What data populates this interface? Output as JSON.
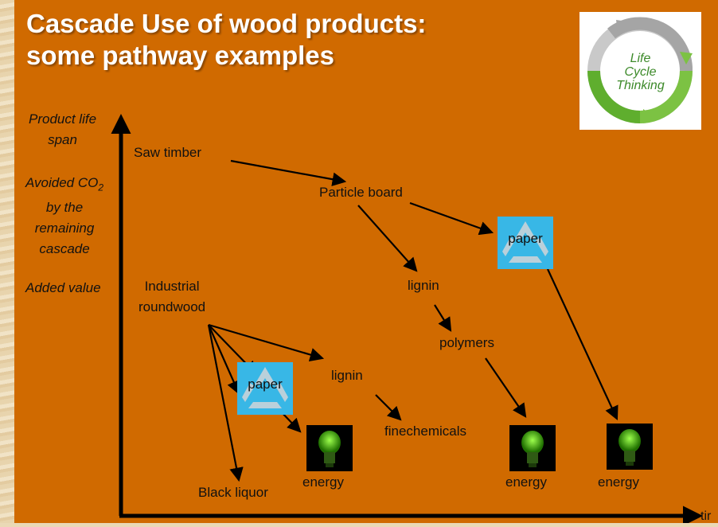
{
  "title_line1": "Cascade Use of wood products:",
  "title_line2": "some pathway examples",
  "logo": {
    "line1": "Life",
    "line2": "Cycle",
    "line3": "Thinking",
    "icon": "life-cycle-circle"
  },
  "y_axis": {
    "label1_line1": "Product life",
    "label1_line2": "span",
    "label2_line1": "Avoided CO",
    "label2_sub": "2",
    "label2_line2": "by the",
    "label2_line3": "remaining",
    "label2_line4": "cascade",
    "label3": "Added value"
  },
  "x_axis": {
    "label": "tir"
  },
  "nodes": {
    "saw_timber": "Saw timber",
    "particle_board": "Particle board",
    "paper_top": "paper",
    "lignin_upper": "lignin",
    "polymers": "polymers",
    "industrial_line1": "Industrial",
    "industrial_line2": "roundwood",
    "paper_left": "paper",
    "lignin_lower": "lignin",
    "finechemicals": "finechemicals",
    "black_liquor": "Black liquor",
    "energy_1": "energy",
    "energy_2": "energy",
    "energy_3": "energy"
  },
  "colors": {
    "background": "#d06a00",
    "title": "#ffffff",
    "recycle_tile": "#38b7e6",
    "logo_green": "#7cc243"
  }
}
